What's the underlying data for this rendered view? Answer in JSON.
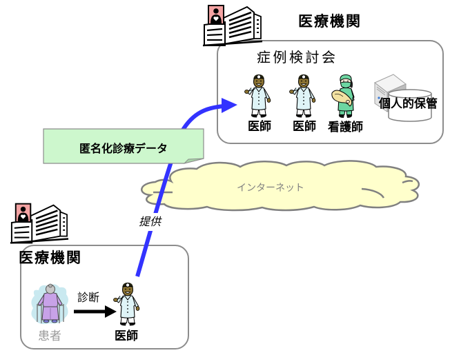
{
  "top_facility": {
    "title": "医療機関",
    "icon": "hospital-building-icon",
    "meeting": {
      "label": "症例検討会",
      "members": [
        {
          "label": "医師",
          "icon": "doctor-icon"
        },
        {
          "label": "医師",
          "icon": "doctor-icon"
        },
        {
          "label": "看護師",
          "icon": "nurse-icon"
        }
      ],
      "storage": {
        "label": "個人的保管",
        "icon": "server-database-icon"
      }
    }
  },
  "data_note": {
    "label": "匿名化診療データ",
    "icon": "note-shape"
  },
  "network": {
    "label": "インターネット",
    "icon": "cloud-icon"
  },
  "flow": {
    "label": "提供",
    "icon": "curved-arrow-icon"
  },
  "bottom_facility": {
    "title": "医療機関",
    "icon": "hospital-building-icon",
    "patient": {
      "label": "患者",
      "icon": "elderly-patient-icon"
    },
    "action": {
      "label": "診断",
      "icon": "right-arrow-icon"
    },
    "doctor": {
      "label": "医師",
      "icon": "doctor-icon"
    }
  },
  "colors": {
    "box_border": "#8c8c8c",
    "flow_arrow": "#3333ff",
    "note_fill": "#cdf7cd",
    "note_fold": "#a9d6a9",
    "cloud_fill": "#ffffcc",
    "cloud_stroke": "#808080",
    "muted_text": "#9a9a9a",
    "network_text": "#808080"
  }
}
